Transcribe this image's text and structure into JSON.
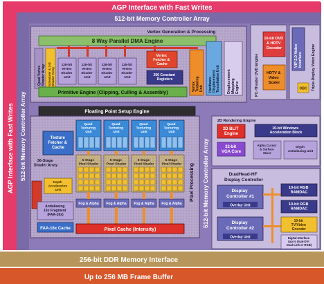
{
  "buses": {
    "agp_top": "AGP Interface with Fast Writes",
    "agp_left": "AGP Interface with Fast Writes",
    "mem512_top": "512-bit Memory Controller Array",
    "mem512_left": "512-bit Memory Controller Array",
    "mem512_right": "512-bit Memory Controller Array",
    "ddr256": "256-bit DDR Memory Interface",
    "framebuffer": "Up to 256 MB Frame Buffer"
  },
  "vertex": {
    "title": "Vertex Generation & Processing",
    "dma": "8 Way Parallel DMA Engine",
    "quad_vertex": [
      "Quad Vertex",
      "Shader Array"
    ],
    "scheduler": [
      "Scheduler & 3-D",
      "Shader Array"
    ],
    "units_128": [
      [
        "128-bit",
        "Vertex",
        "Shader",
        "Unit"
      ],
      [
        "128-bit",
        "Vertex",
        "Shader",
        "Unit"
      ],
      [
        "128-bit",
        "Vertex",
        "Shader",
        "Unit"
      ],
      [
        "128-bit",
        "Vertex",
        "Shader",
        "Unit"
      ]
    ],
    "fetcher": [
      "Vertex",
      "Fetcher &",
      "Cache"
    ],
    "constant_regs": [
      "256 Constant",
      "Registers"
    ],
    "texturing_unit": [
      "Vertex",
      "Texturing",
      "Unit"
    ],
    "tessellation": [
      "Hardware",
      "Displacement",
      "Tessellation Unit"
    ],
    "mapping_engine": [
      "Displacement",
      "Mapping",
      "Engine"
    ],
    "primitive": "Primitive Engine (Clipping, Culling & Assembly)"
  },
  "video": {
    "dvd": [
      "10-bit DVD",
      "& HDTV",
      "Decoder"
    ],
    "scaler": [
      "HDTV &",
      "Video",
      "Scaler"
    ],
    "theater_label": "PC-Theater DVD Engine",
    "vip_interface": [
      "VIP 2.0 Video",
      "Interface"
    ],
    "triple_label": "Triple-Display Video Engine",
    "obc": "OBC"
  },
  "pixel": {
    "fp_setup": "Floating Point Setup Engine",
    "texture_fetcher": [
      "Texture",
      "Fetcher &",
      "Cache"
    ],
    "shader_array": [
      "36-Stage",
      "Shader Array"
    ],
    "depth_accel": [
      "Depth",
      "Acceleration",
      "Unit"
    ],
    "antialiasing": [
      "Antialiasing",
      "16x Fragment",
      "(FAA-16x)"
    ],
    "faa_cache": "FAA-16x Cache",
    "quad_texturing": [
      [
        "Quad",
        "Texturing",
        "Unit"
      ],
      [
        "Quad",
        "Texturing",
        "Unit"
      ],
      [
        "Quad",
        "Texturing",
        "Unit"
      ],
      [
        "Quad",
        "Texturing",
        "Unit"
      ]
    ],
    "stage_shaders": [
      [
        "5-Stage",
        "Pixel Shader"
      ],
      [
        "5-Stage",
        "Pixel Shader"
      ],
      [
        "5-Stage",
        "Pixel Shader"
      ],
      [
        "5-Stage",
        "Pixel Shader"
      ]
    ],
    "fog_alpha": [
      "Fog & Alpha",
      "Fog & Alpha",
      "Fog & Alpha",
      "Fog & Alpha"
    ],
    "pixel_processing": "Pixel Processing",
    "pixel_cache": "Pixel Cache (Intensity)"
  },
  "rendering2d": {
    "title": "2D Rendering Engine",
    "blit": [
      "2D BLIT",
      "Engine"
    ],
    "windows_accel": [
      "10-bit Windows",
      "Acceleration Block"
    ],
    "vga_core": [
      "32-bit",
      "VGA Core"
    ],
    "alpha_cursor": [
      "Alpha Cursor",
      "& Surface",
      "Mixer"
    ],
    "glyph": [
      "Glyph",
      "Antialiasing Unit"
    ]
  },
  "display": {
    "title": [
      "DualHead-HF",
      "Display Controller"
    ],
    "controller1": [
      "Display",
      "Controller #1"
    ],
    "overlay1": "Overlay Unit",
    "controller2": [
      "Display",
      "Controller #2"
    ],
    "overlay2": "Overlay Unit",
    "ramdac1": [
      "10-bit RGB",
      "RAMDAC"
    ],
    "ramdac2": [
      "10-bit RGB",
      "RAMDAC"
    ],
    "tv_encoder": [
      "10-bit",
      "TV/Video",
      "Encoder"
    ],
    "digital_interface": [
      "Digital Interface",
      "(up to Dual-DVI",
      "Dual-Link or RGB)"
    ]
  }
}
